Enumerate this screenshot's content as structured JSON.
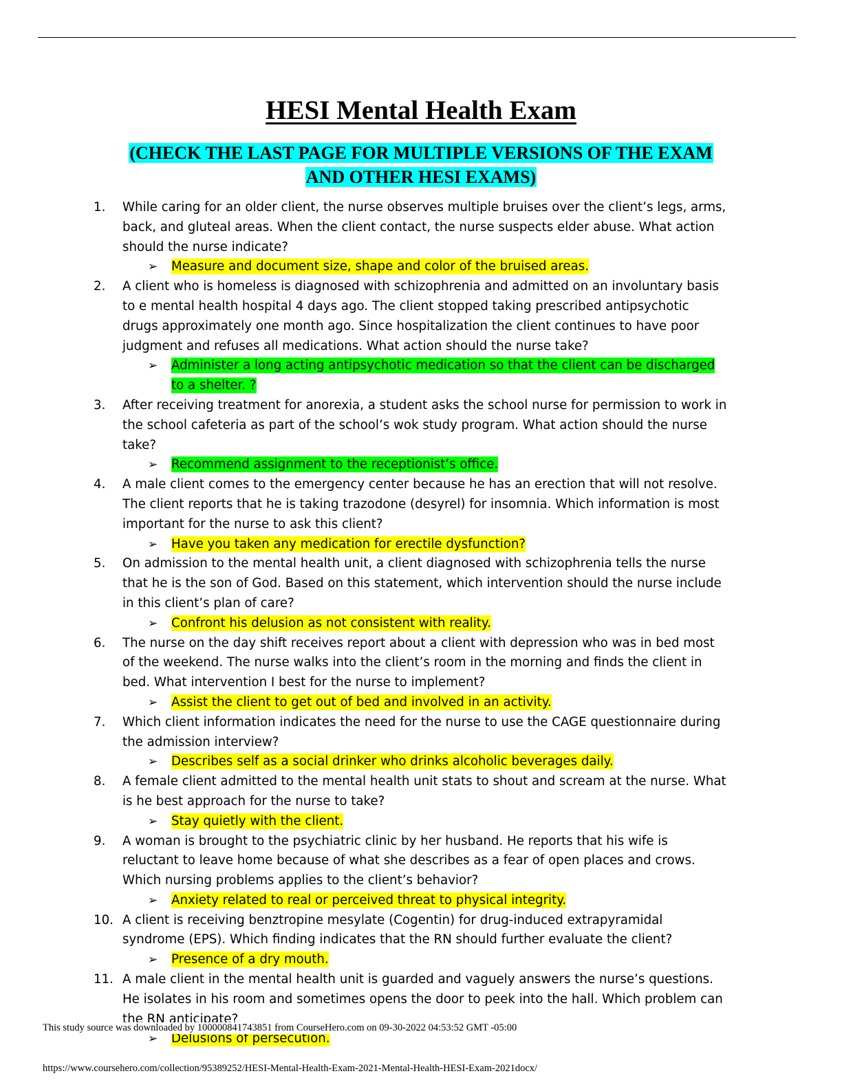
{
  "document": {
    "title": "HESI Mental Health Exam",
    "banner_lines": [
      "(CHECK THE LAST PAGE FOR MULTIPLE VERSIONS OF THE EXAM",
      "AND OTHER HESI EXAMS)"
    ],
    "bullet_glyph": "➢",
    "highlight_colors": {
      "yellow": "#ffff00",
      "green": "#00ff00",
      "cyan": "#00ffff"
    },
    "questions": [
      {
        "number": "1.",
        "text": "While caring for an older client, the nurse observes multiple bruises over the client’s legs, arms, back, and gluteal areas. When the client contact, the nurse suspects elder abuse. What action should the nurse indicate?",
        "answer": "Measure and document size, shape and color of the bruised areas.",
        "highlight": "yellow"
      },
      {
        "number": "2.",
        "text": "A client who is homeless is diagnosed with schizophrenia and admitted on an involuntary basis to e mental health hospital 4 days ago. The client stopped taking prescribed antipsychotic drugs approximately one month ago. Since hospitalization the client continues to have poor judgment and refuses all medications. What action should the nurse take?",
        "answer": "Administer a long acting antipsychotic medication so that the client can be discharged to a shelter. ?",
        "highlight": "green"
      },
      {
        "number": "3.",
        "text": "After receiving treatment for anorexia, a student asks the school nurse for permission to work in the school cafeteria as part of the school’s wok study program. What action should the nurse take?",
        "answer": "Recommend assignment to the receptionist’s office.",
        "highlight": "green"
      },
      {
        "number": "4.",
        "text": "A male client comes to the emergency center because he has an erection that will not resolve. The client reports that he is taking trazodone (desyrel) for insomnia. Which information is most important for the nurse to ask this client?",
        "answer": "Have you taken any medication for erectile dysfunction?",
        "highlight": "yellow"
      },
      {
        "number": "5.",
        "text": "On admission to the mental health unit, a client diagnosed with schizophrenia tells the nurse that he is the son of God. Based on this statement, which intervention should the nurse include in this client’s plan of care?",
        "answer": "Confront his delusion as not consistent with reality.",
        "highlight": "yellow"
      },
      {
        "number": "6.",
        "text": "The nurse on the day shift receives report about a client with depression who was in bed most of the weekend. The nurse walks into the client’s room in the morning and finds the client in bed. What intervention I best for the nurse to implement?",
        "answer": "Assist the client to get out of bed and involved in an activity.",
        "highlight": "yellow"
      },
      {
        "number": "7.",
        "text": "Which client information indicates the need for the nurse to use the CAGE questionnaire during the admission interview?",
        "answer": "Describes self as a social drinker who drinks alcoholic beverages daily.",
        "highlight": "yellow"
      },
      {
        "number": "8.",
        "text": "A female client admitted to the mental health unit stats to shout and scream at the nurse. What is he best approach for the nurse to take?",
        "answer": "Stay quietly with the client.",
        "highlight": "yellow"
      },
      {
        "number": "9.",
        "text": "A woman is brought to the psychiatric clinic by her husband. He reports that his wife is reluctant to leave home because of what she describes as a fear of open places and crows. Which nursing problems applies to the client’s behavior?",
        "answer": "Anxiety related to real or perceived threat to physical integrity.",
        "highlight": "yellow"
      },
      {
        "number": "10.",
        "text": "A client is receiving benztropine mesylate (Cogentin) for drug-induced extrapyramidal syndrome (EPS). Which finding indicates that the RN should further evaluate the client?",
        "answer": "Presence of a dry mouth.",
        "highlight": "yellow"
      },
      {
        "number": "11.",
        "text": "A male client in the mental health unit is guarded and vaguely answers the nurse’s questions. He isolates in his room and sometimes opens the door to peek into the hall. Which problem can the RN anticipate?",
        "answer": "Delusions of persecution.",
        "highlight": "yellow"
      }
    ]
  },
  "footer": {
    "source_note": "This study source was downloaded by 100000841743851 from CourseHero.com on 09-30-2022 04:53:52 GMT -05:00",
    "url": "https://www.coursehero.com/collection/95389252/HESI-Mental-Health-Exam-2021-Mental-Health-HESI-Exam-2021docx/"
  }
}
